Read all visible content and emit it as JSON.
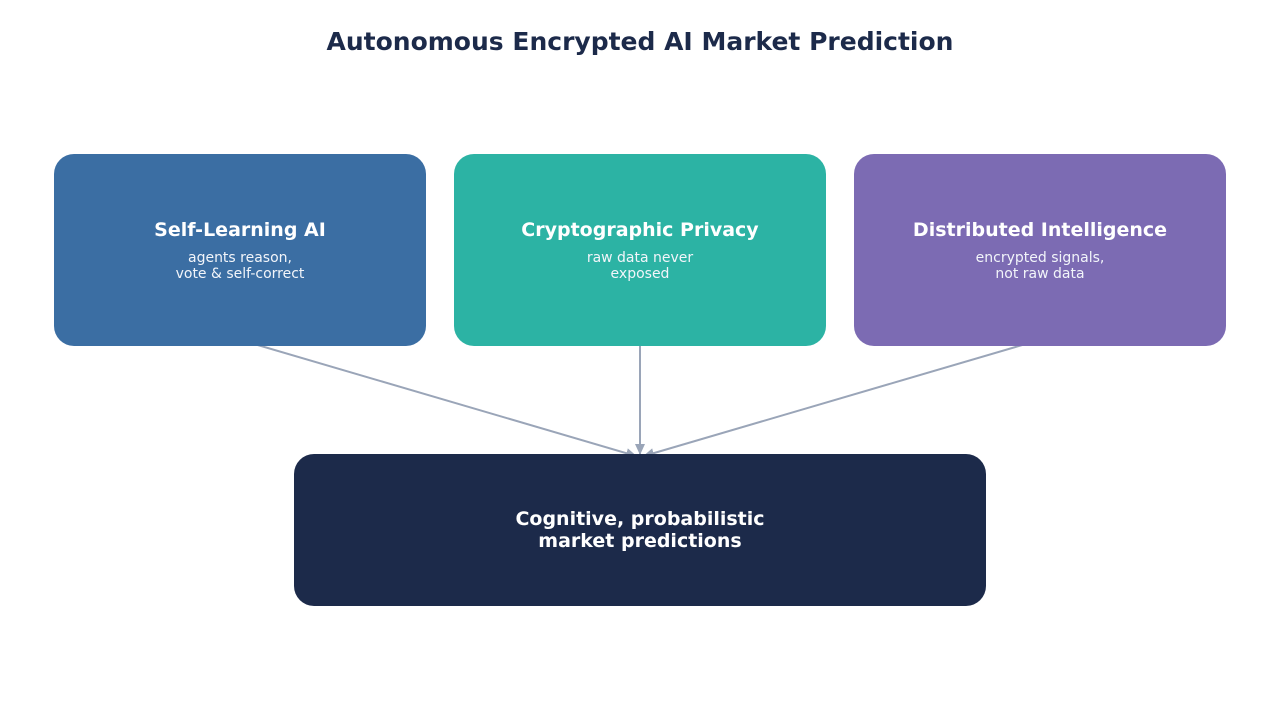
{
  "diagram": {
    "title": "Autonomous Encrypted AI Market Prediction",
    "inputs": [
      {
        "title": "Self-Learning AI",
        "subtitle": "agents reason,\nvote & self-correct",
        "color": "#3b6ea3"
      },
      {
        "title": "Cryptographic Privacy",
        "subtitle": "raw data never\nexposed",
        "color": "#2cb3a4"
      },
      {
        "title": "Distributed Intelligence",
        "subtitle": "encrypted signals,\nnot raw data",
        "color": "#7c6bb3"
      }
    ],
    "output": {
      "text": "Cognitive, probabilistic\nmarket predictions",
      "color": "#1c2a4a"
    },
    "connector_color": "#9aa5b8"
  }
}
